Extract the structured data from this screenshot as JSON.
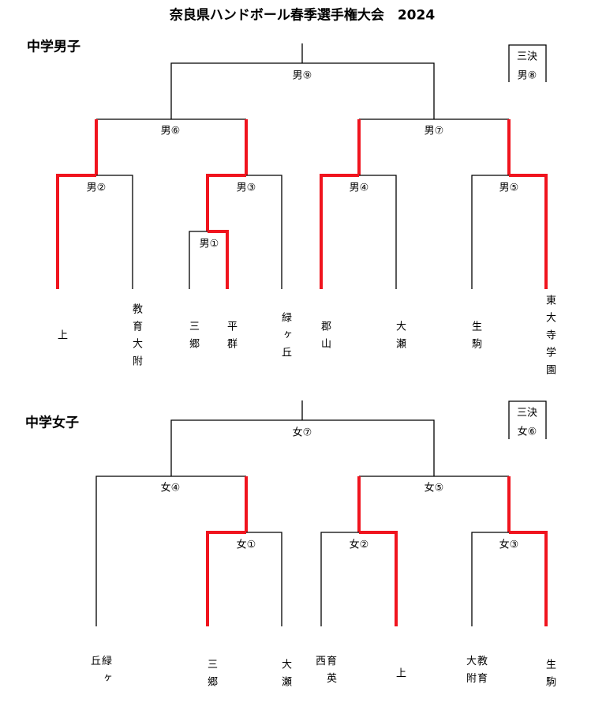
{
  "title": "奈良県ハンドボール春季選手権大会　2024",
  "colors": {
    "winner_line": "#f0141e",
    "line": "#000000"
  },
  "boys": {
    "section_title": "中学男子",
    "matches": {
      "m1": "男①",
      "m2": "男②",
      "m3": "男③",
      "m4": "男④",
      "m5": "男⑤",
      "m6": "男⑥",
      "m7": "男⑦",
      "m9": "男⑨"
    },
    "third_place": {
      "label": "三決",
      "match": "男⑧"
    },
    "teams": [
      "上",
      "教育大附",
      "三郷",
      "平群",
      "緑ヶ丘",
      "郡山",
      "大瀬",
      "生駒",
      "東大寺学園"
    ]
  },
  "girls": {
    "section_title": "中学女子",
    "matches": {
      "m1": "女①",
      "m2": "女②",
      "m3": "女③",
      "m4": "女④",
      "m5": "女⑤",
      "m7": "女⑦"
    },
    "third_place": {
      "label": "三決",
      "match": "女⑥"
    },
    "teams": [
      "緑ヶ丘",
      "三郷",
      "大瀬",
      "育英西",
      "上",
      "教育大附",
      "生駒"
    ]
  }
}
